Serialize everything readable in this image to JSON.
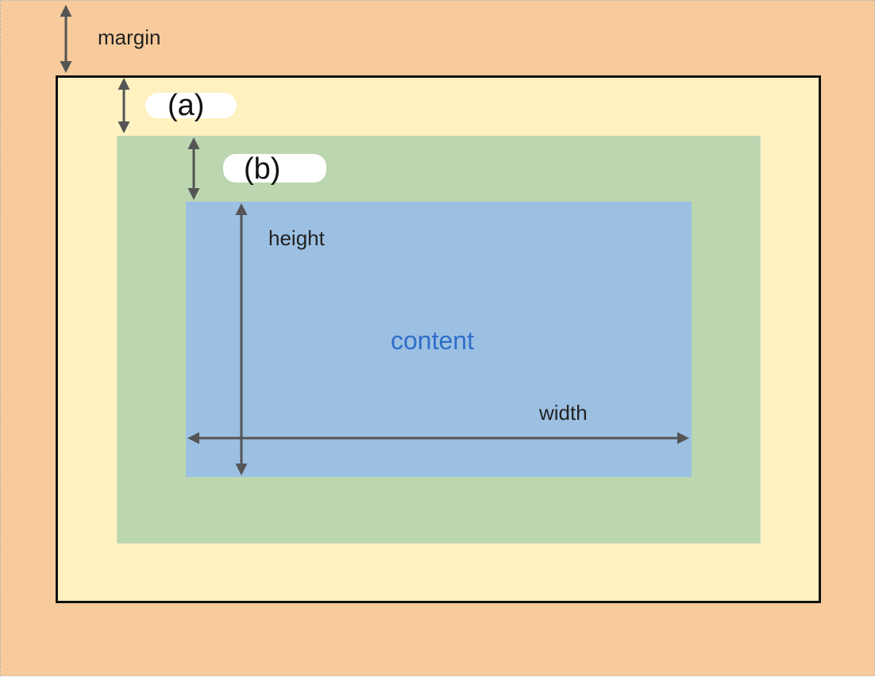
{
  "labels": {
    "margin": "margin",
    "height": "height",
    "width": "width",
    "content": "content"
  },
  "blanks": {
    "a": "(a)",
    "b": "(b)"
  },
  "colors": {
    "margin": "#f7cb9c",
    "border_area": "#fff2c0",
    "padding": "#bcd6af",
    "content": "#9cc0e2",
    "content_text": "#2f6fc8",
    "arrow": "#555555"
  }
}
